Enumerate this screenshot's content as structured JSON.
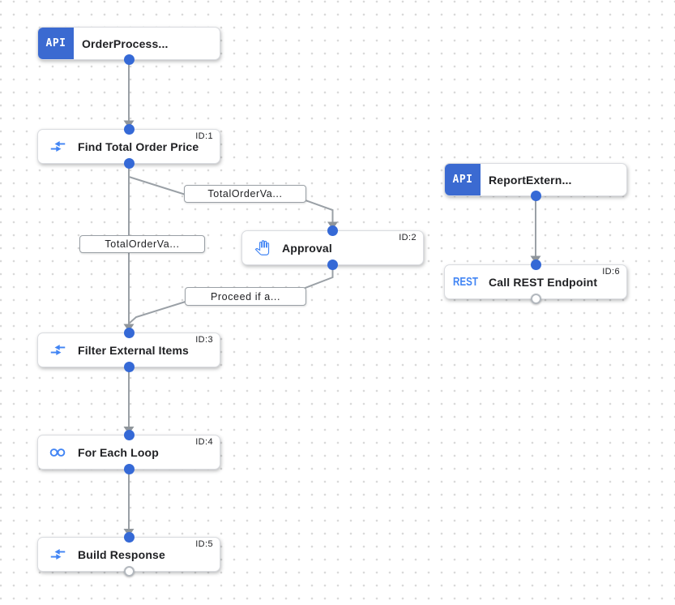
{
  "app": {
    "name": "Integration workflow designer canvas"
  },
  "colors": {
    "trigger_badge_blue": "#3b6ad1",
    "icon_blue": "#4285f4",
    "port_blue": "#3569d6",
    "edge_gray": "#9aa0a6",
    "card_border": "#dadce0",
    "text_dark": "#202124",
    "grid_dot": "#d9d9d9"
  },
  "badges": {
    "api": "API",
    "rest": "REST"
  },
  "nodes": {
    "order_trigger": {
      "label": "OrderProcess...",
      "type": "api-trigger"
    },
    "find_total": {
      "label": "Find Total Order Price",
      "id": "ID:1",
      "type": "data-mapping-task"
    },
    "report_trigger": {
      "label": "ReportExtern...",
      "type": "api-trigger"
    },
    "approval": {
      "label": "Approval",
      "id": "ID:2",
      "type": "approval-task"
    },
    "call_rest": {
      "label": "Call REST Endpoint",
      "id": "ID:6",
      "type": "rest-task"
    },
    "filter_items": {
      "label": "Filter External Items",
      "id": "ID:3",
      "type": "data-mapping-task"
    },
    "for_each": {
      "label": "For Each Loop",
      "id": "ID:4",
      "type": "loop-task"
    },
    "build_response": {
      "label": "Build Response",
      "id": "ID:5",
      "type": "data-mapping-task"
    }
  },
  "edge_labels": {
    "total_order_1": "TotalOrderVa...",
    "total_order_2": "TotalOrderVa...",
    "proceed": "Proceed if a..."
  }
}
